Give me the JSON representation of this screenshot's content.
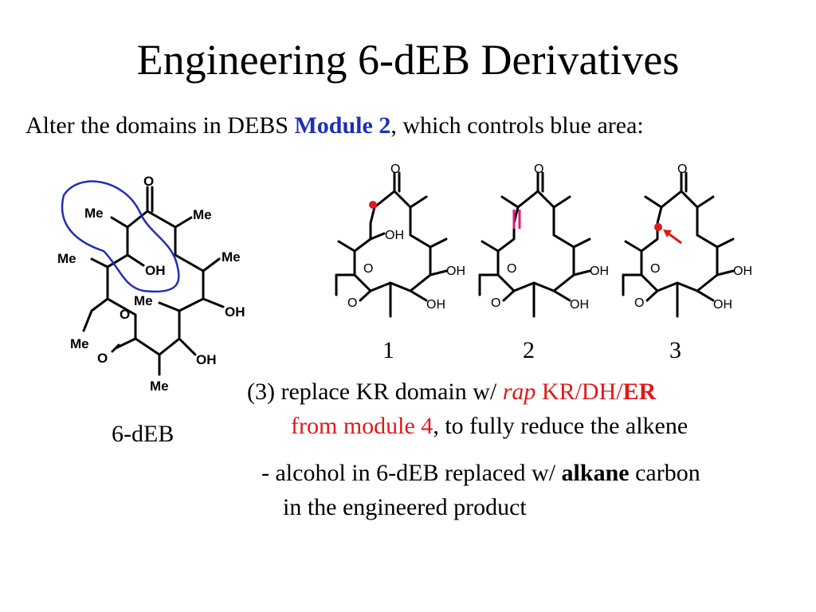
{
  "slide": {
    "title": "Engineering 6-dEB Derivatives",
    "subtitle": {
      "prefix": "Alter the domains in DEBS ",
      "highlight": "Module 2",
      "suffix": ", which controls blue area:"
    }
  },
  "molecule_6deb": {
    "atom_labels": {
      "o_top": "O",
      "me_upper_right": "Me",
      "me_upper_left": "Me",
      "oh_upper": "OH",
      "me_left": "Me",
      "me_right": "Me",
      "me_mid": "Me",
      "oh_right": "OH",
      "o_ring": "O",
      "me_lower_left": "Me",
      "o_carbonyl": "O",
      "oh_lower": "OH",
      "me_bottom": "Me"
    },
    "caption": "6-dEB"
  },
  "products": [
    {
      "number": "1",
      "oh_top": "OH",
      "oh_right": "OH",
      "oh_bottom": "OH",
      "o_ring": "O",
      "o_carbonyl": "O",
      "o_top": "O"
    },
    {
      "number": "2",
      "oh_right": "OH",
      "oh_bottom": "OH",
      "o_ring": "O",
      "o_carbonyl": "O",
      "o_top": "O"
    },
    {
      "number": "3",
      "oh_right": "OH",
      "oh_bottom": "OH",
      "o_ring": "O",
      "o_carbonyl": "O",
      "o_top": "O"
    }
  ],
  "notes": {
    "line1_prefix": "(3) replace KR domain w/ ",
    "line1_rap": "rap",
    "line1_kr": " KR/DH/",
    "line1_er": "ER",
    "line2_red": "from module 4",
    "line2_rest": ", to fully reduce the alkene",
    "line3_prefix": "- alcohol in 6-dEB replaced w/ ",
    "line3_bold": "alkane",
    "line3_suffix": " carbon",
    "line4": "in the engineered product"
  },
  "colors": {
    "highlight_blue": "#1f2fb5",
    "marker_red": "#e0191b",
    "alkene_pink": "#e0197a"
  }
}
